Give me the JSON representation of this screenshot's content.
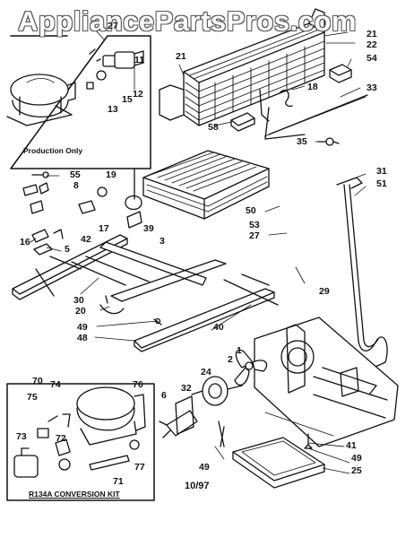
{
  "watermark": "AppliancePartsPros.com",
  "notes": {
    "production_only": "Production Only",
    "conversion_kit": "R134A CONVERSION KIT",
    "date": "10/97"
  },
  "part_labels": {
    "p27": "27",
    "p11": "11",
    "p12": "12",
    "p13": "13",
    "p15": "15",
    "p21a": "21",
    "p21b": "21",
    "p22": "22",
    "p54": "54",
    "p18": "18",
    "p33": "33",
    "p58": "58",
    "p35": "35",
    "p55": "55",
    "p8": "8",
    "p19": "19",
    "p17": "17",
    "p39": "39",
    "p3": "3",
    "p16": "16",
    "p42": "42",
    "p5": "5",
    "p50": "50",
    "p53": "53",
    "p27b": "27",
    "p31": "31",
    "p51": "51",
    "p29": "29",
    "p30": "30",
    "p20": "20",
    "p49a": "49",
    "p48": "48",
    "p40": "40",
    "p70": "70",
    "p74": "74",
    "p76": "76",
    "p75": "75",
    "p73": "73",
    "p72": "72",
    "p77": "77",
    "p71": "71",
    "p32": "32",
    "p6": "6",
    "p24": "24",
    "p2": "2",
    "p1": "1",
    "p49b": "49",
    "p41": "41",
    "p49c": "49",
    "p25": "25"
  }
}
